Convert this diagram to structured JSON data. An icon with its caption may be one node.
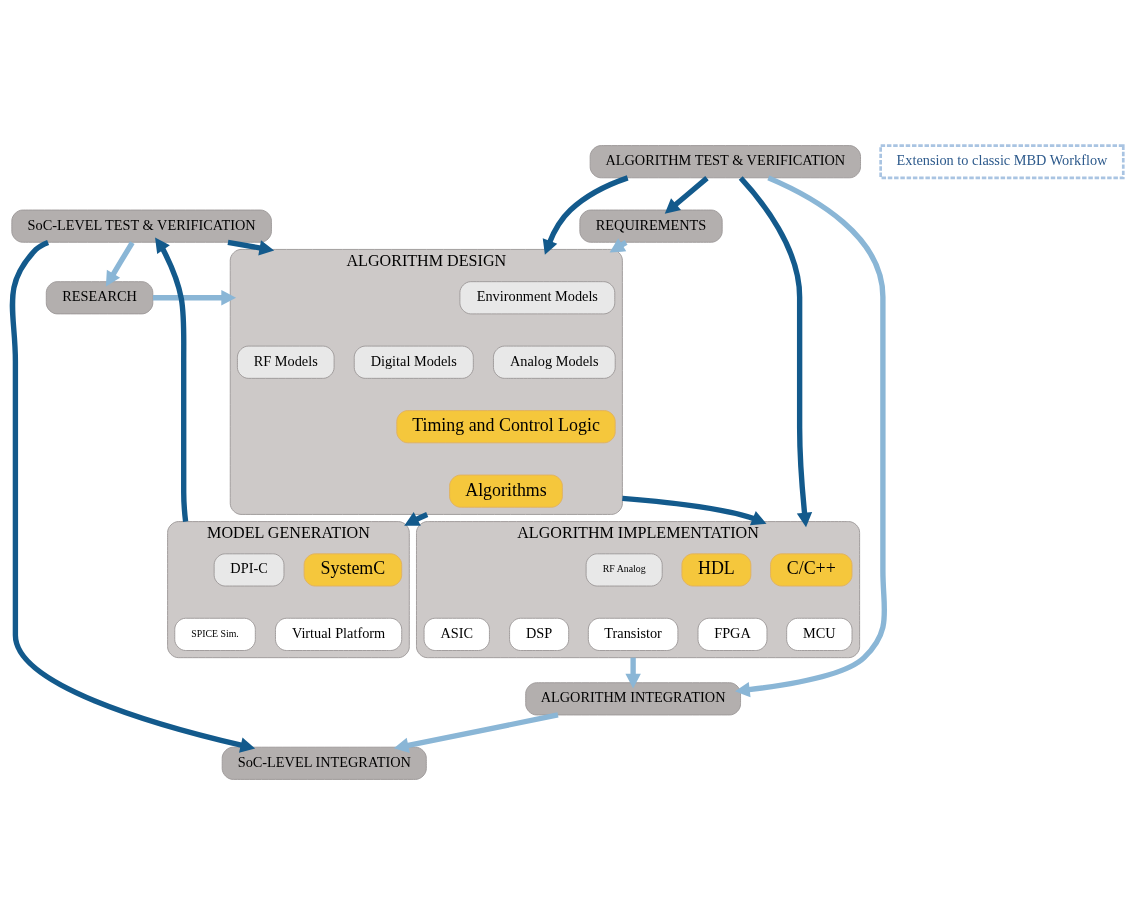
{
  "diagram": {
    "nodes": [
      {
        "text": [
          "RESEARCH"
        ]
      },
      {
        "text": [
          "REQUIREMENTS"
        ]
      },
      {
        "text": [
          "ALGORITHM DESIGN"
        ]
      },
      {
        "text": [
          "Environment Models"
        ],
        "in": 2
      },
      {
        "text": [
          "Digital Models"
        ],
        "in": 2
      },
      {
        "text": [
          "Analog Models"
        ],
        "in": 2
      },
      {
        "text": [
          "RF Models"
        ],
        "in": 2
      },
      {
        "text": [
          "Timing and Control Logic"
        ],
        "in": 2
      },
      {
        "text": [
          "Algorithms"
        ],
        "in": 2
      },
      {
        "text": [
          "MODEL GENERATION"
        ]
      },
      {
        "text": [
          "SystemC"
        ],
        "in": 9
      },
      {
        "text": [
          "DPI-C"
        ],
        "in": 9
      },
      {
        "text": [
          "Virtual Platform"
        ],
        "in": 9
      },
      {
        "text": [
          "SPICE Sim."
        ],
        "in": 9
      },
      {
        "text": [
          "ALGORITHM IMPLEMENTATION"
        ]
      },
      {
        "text": [
          "C/C++"
        ],
        "in": 14
      },
      {
        "text": [
          "HDL"
        ],
        "in": 14
      },
      {
        "text": [
          "RF Analog"
        ],
        "in": 14
      },
      {
        "text": [
          "MCU"
        ],
        "in": 14
      },
      {
        "text": [
          "DSP"
        ],
        "in": 14
      },
      {
        "text": [
          "FPGA"
        ],
        "in": 14
      },
      {
        "text": [
          "ASIC"
        ],
        "in": 14
      },
      {
        "text": [
          "Transistor"
        ],
        "in": 14
      },
      {
        "text": [
          "ALGORITHM INTEGRATION"
        ]
      },
      {
        "text": [
          "SoC-LEVEL INTEGRATION"
        ]
      },
      {
        "text": [
          "SoC-LEVEL TEST & VERIFICATION"
        ]
      },
      {
        "text": [
          "ALGORITHM TEST & VERIFICATION"
        ]
      }
    ],
    "edges": [
      {
        "from": 0,
        "to": 2,
        "arrow": "to",
        "color": "#8ab6d6"
      },
      {
        "from": 1,
        "to": 2,
        "arrow": "to",
        "color": "#8ab6d6"
      },
      {
        "from": 2,
        "to": 9,
        "arrow": "to",
        "color": "#135a8c"
      },
      {
        "from": 2,
        "to": 14,
        "arrow": "to",
        "color": "#135a8c"
      },
      {
        "from": 14,
        "to": 23,
        "arrow": "to",
        "color": "#8ab6d6"
      },
      {
        "from": 23,
        "to": 24,
        "arrow": "to",
        "color": "#8ab6d6"
      },
      {
        "from": 9,
        "to": 25,
        "arrow": "to",
        "color": "#135a8c"
      },
      {
        "from": 25,
        "to": 0,
        "arrow": "to",
        "color": "#8ab6d6"
      },
      {
        "from": 25,
        "to": 2,
        "arrow": "to",
        "color": "#135a8c"
      },
      {
        "from": 25,
        "to": 24,
        "arrow": "to",
        "color": "#135a8c"
      },
      {
        "from": 26,
        "to": 1,
        "arrow": "to",
        "color": "#135a8c"
      },
      {
        "from": 26,
        "to": 2,
        "arrow": "to",
        "color": "#135a8c"
      },
      {
        "from": 26,
        "to": 14,
        "arrow": "to",
        "color": "#135a8c"
      },
      {
        "from": 26,
        "to": 23,
        "arrow": "to",
        "color": "#8ab6d6"
      }
    ],
    "legend": [
      {
        "text": "Extension to classic MBD Workflow"
      }
    ]
  }
}
